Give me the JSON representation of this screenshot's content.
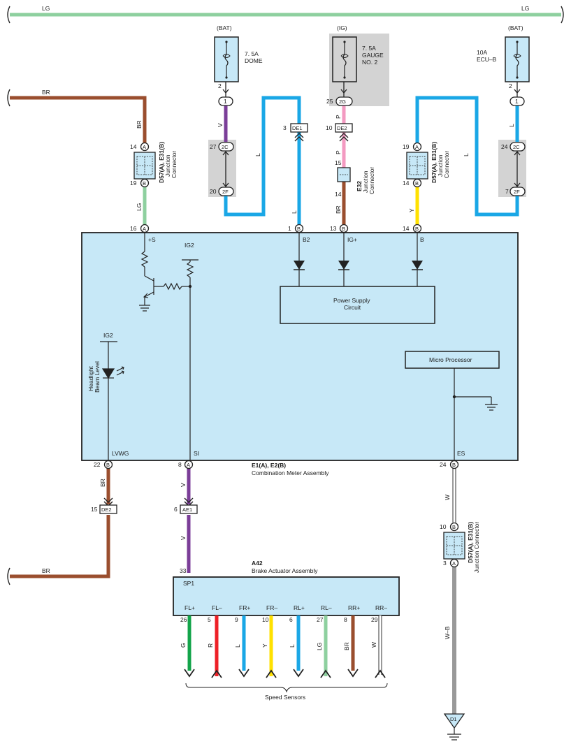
{
  "colors": {
    "LG": "#8ed09f",
    "BR": "#9a4e2e",
    "V": "#7b3e98",
    "L": "#1aa7e6",
    "P": "#f39ac1",
    "Y": "#ffe100",
    "G": "#13a44a",
    "R": "#ee2027",
    "W": "#ffffff",
    "box_fill": "#c7e8f7",
    "grey": "#d3d3d3"
  },
  "top_bus": {
    "left": "LG",
    "right": "LG"
  },
  "fuses": {
    "dome": {
      "source": "(BAT)",
      "rating": "7. 5A",
      "name": "DOME",
      "pin": "2",
      "conn": "1"
    },
    "gauge": {
      "source": "(IG)",
      "rating": "7. 5A",
      "name1": "GAUGE",
      "name2": "NO. 2",
      "pin": "25",
      "conn": "2G"
    },
    "ecu": {
      "source": "(BAT)",
      "rating": "10A",
      "name": "ECU–B",
      "pin": "2",
      "conn": "1"
    }
  },
  "wire_labels": {
    "BR": "BR",
    "LG": "LG",
    "V": "V",
    "L": "L",
    "P": "P",
    "Y": "Y",
    "W": "W",
    "WB": "W–B"
  },
  "junctions": {
    "jc_left": {
      "title": "D57(A), E31(B)",
      "sub1": "Junction",
      "sub2": "Connector",
      "pin_top": "14",
      "letter_top": "A",
      "pin_bot": "19",
      "letter_bot": "B"
    },
    "jc_mid": {
      "title": "D57(A), E31(B)",
      "sub1": "Junction",
      "sub2": "Connector",
      "pin_top": "19",
      "letter_top": "A",
      "pin_bot": "14",
      "letter_bot": "B"
    },
    "jc_e32": {
      "title": "E32",
      "sub1": "Junction",
      "sub2": "Connector",
      "pin_top": "15",
      "pin_bot": "14"
    },
    "jc_bottom": {
      "title": "D57(A), E31(B)",
      "sub": "Junction Connector",
      "pin_top": "10",
      "letter_top": "B",
      "pin_bot": "3",
      "letter_bot": "A"
    }
  },
  "connectors": {
    "c2c_left": {
      "label": "2C",
      "pin": "27"
    },
    "c2f_left": {
      "label": "2F",
      "pin": "20"
    },
    "c2c_right": {
      "label": "2C",
      "pin": "24"
    },
    "c2f_right": {
      "label": "2F",
      "pin": "7"
    },
    "de1": {
      "label": "DE1",
      "pin": "3"
    },
    "de2_top": {
      "label": "DE2",
      "pin": "10"
    },
    "de2_bottom": {
      "label": "DE2",
      "pin": "15"
    },
    "ae1": {
      "label": "AE1",
      "pin": "6"
    },
    "d1": {
      "label": "D1"
    }
  },
  "meter": {
    "ref": "E1(A), E2(B)",
    "name": "Combination Meter Assembly",
    "terminals": {
      "s": {
        "pin": "16",
        "letter": "A",
        "name": "+S"
      },
      "b2": {
        "pin": "1",
        "letter": "B",
        "name": "B2"
      },
      "ig": {
        "pin": "13",
        "letter": "B",
        "name": "IG+"
      },
      "b": {
        "pin": "14",
        "letter": "B",
        "name": "B"
      },
      "lvwg": {
        "pin": "22",
        "letter": "B",
        "name": "LVWG"
      },
      "si": {
        "pin": "8",
        "letter": "A",
        "name": "SI"
      },
      "es": {
        "pin": "24",
        "letter": "B",
        "name": "ES"
      }
    },
    "ig2_a": "IG2",
    "ig2_b": "IG2",
    "headlight1": "Headlight",
    "headlight2": "Beam Level",
    "power1": "Power Supply",
    "power2": "Circuit",
    "micro": "Micro Processor"
  },
  "actuator": {
    "ref": "A42",
    "name": "Brake Actuator Assembly",
    "sp1": {
      "label": "SP1",
      "pin": "33"
    },
    "terminals": [
      {
        "name": "FL+",
        "pin": "26",
        "wire": "G",
        "dir": "down"
      },
      {
        "name": "FL–",
        "pin": "5",
        "wire": "R",
        "dir": "up"
      },
      {
        "name": "FR+",
        "pin": "9",
        "wire": "L",
        "dir": "down"
      },
      {
        "name": "FR–",
        "pin": "10",
        "wire": "Y",
        "dir": "up"
      },
      {
        "name": "RL+",
        "pin": "6",
        "wire": "L",
        "dir": "down"
      },
      {
        "name": "RL–",
        "pin": "27",
        "wire": "LG",
        "dir": "up"
      },
      {
        "name": "RR+",
        "pin": "8",
        "wire": "BR",
        "dir": "down"
      },
      {
        "name": "RR–",
        "pin": "29",
        "wire": "W",
        "dir": "up"
      }
    ],
    "speed_sensors": "Speed Sensors"
  }
}
